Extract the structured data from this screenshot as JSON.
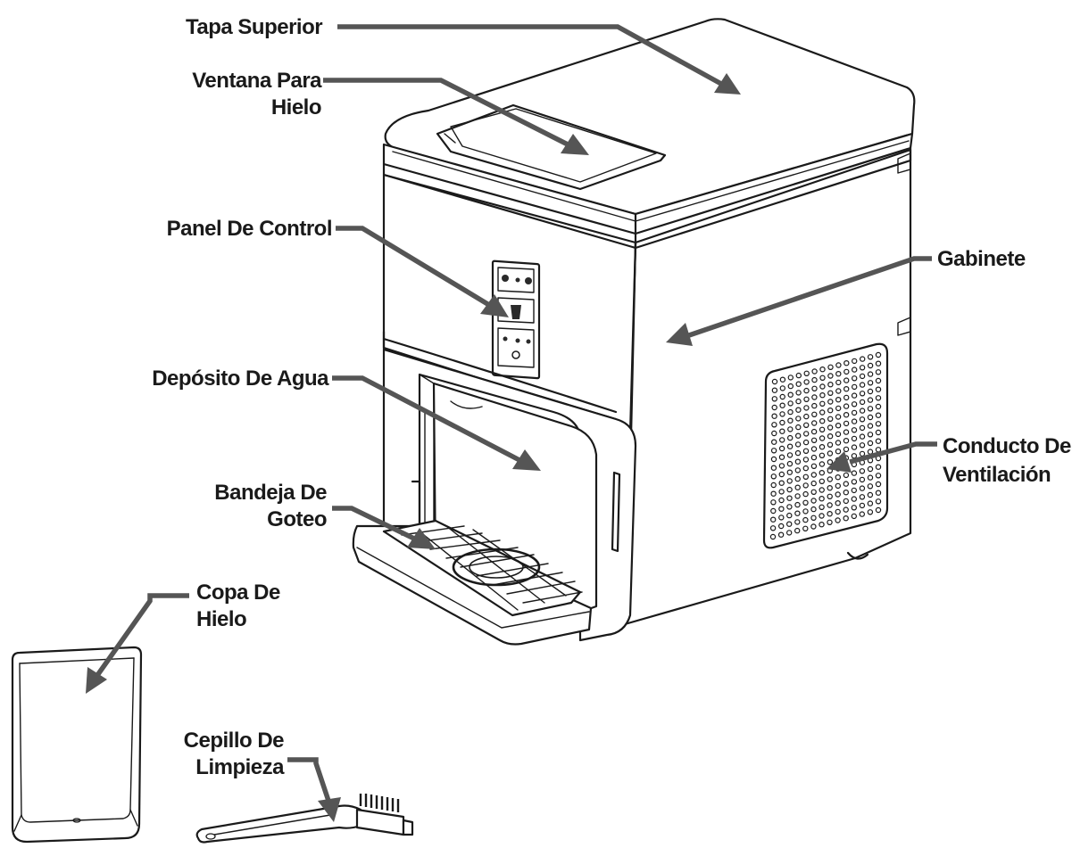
{
  "labels": {
    "tapa_superior": "Tapa Superior",
    "ventana_line1": "Ventana Para",
    "ventana_line2": "Hielo",
    "panel_control": "Panel De Control",
    "gabinete": "Gabinete",
    "deposito_agua": "Depósito De Agua",
    "conducto_line1": "Conducto De",
    "conducto_line2": "Ventilación",
    "bandeja_line1": "Bandeja De",
    "bandeja_line2": "Goteo",
    "copa_line1": "Copa De",
    "copa_line2": "Hielo",
    "cepillo_line1": "Cepillo De",
    "cepillo_line2": "Limpieza"
  },
  "colors": {
    "line": "#1a1a1a",
    "arrow": "#555555",
    "background": "#ffffff"
  }
}
